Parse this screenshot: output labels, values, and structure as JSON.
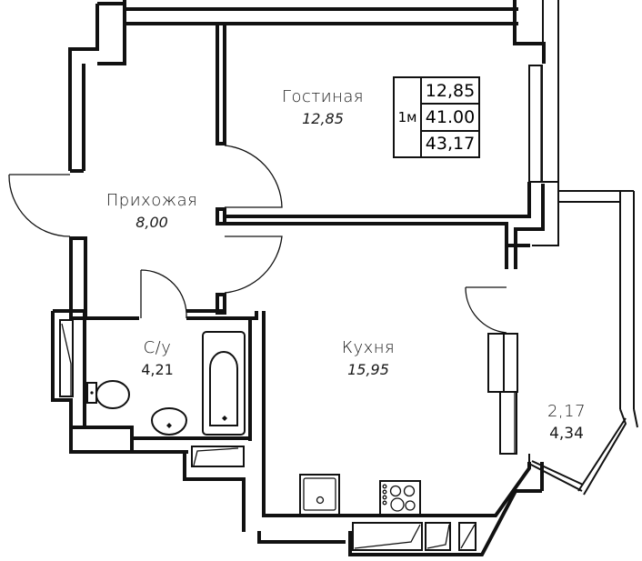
{
  "plan": {
    "type": "apartment-floor-plan",
    "summary": {
      "room_count_label": "1м",
      "living_area": "12,85",
      "total_area_no_balcony": "41.00",
      "total_area": "43,17"
    },
    "rooms": [
      {
        "id": "living",
        "name": "Гостиная",
        "area": "12,85"
      },
      {
        "id": "hall",
        "name": "Прихожая",
        "area": "8,00"
      },
      {
        "id": "bathroom",
        "name": "С/у",
        "area": "4,21"
      },
      {
        "id": "kitchen",
        "name": "Кухня",
        "area": "15,95"
      },
      {
        "id": "balcony",
        "name": "2,17",
        "area": "4,34"
      }
    ],
    "fixtures": [
      "bathtub",
      "toilet",
      "washbasin",
      "kitchen-sink",
      "cooktop"
    ],
    "colors": {
      "line": "#111111",
      "background": "#ffffff"
    }
  }
}
